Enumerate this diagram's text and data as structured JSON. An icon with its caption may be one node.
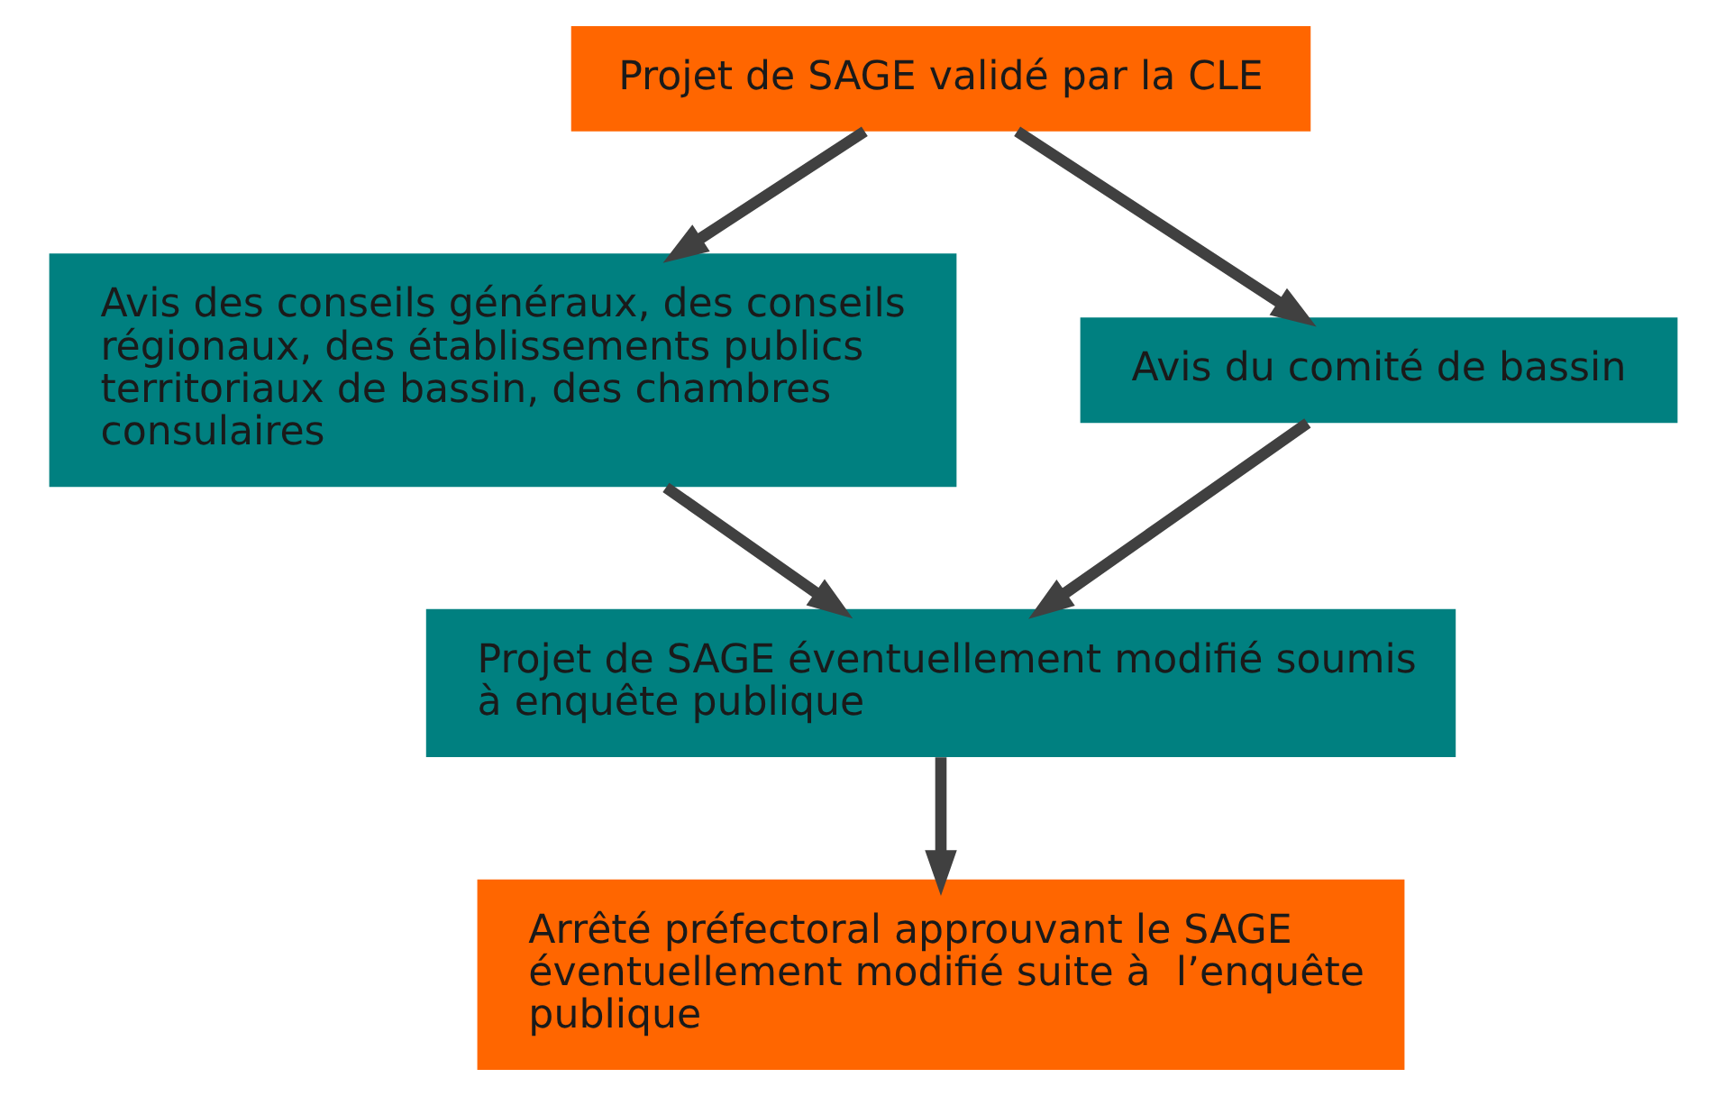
{
  "diagram": {
    "nodes": [
      {
        "text": [
          "Projet de SAGE validé par la CLE"
        ]
      },
      {
        "text": [
          "Avis des conseils généraux, des conseils régionaux, des établissements publics territoriaux de bassin, des chambres consulaires"
        ]
      },
      {
        "text": [
          "Avis du comité de bassin"
        ]
      },
      {
        "text": [
          "Projet de SAGE éventuellement modifié soumis à enquête publique"
        ]
      },
      {
        "text": [
          "Arrêté préfectoral approuvant le SAGE éventuellement modifié suite à  l’enquête publique"
        ]
      }
    ],
    "edges": [
      {
        "from": 0,
        "to": 1,
        "arrow": "to"
      },
      {
        "from": 0,
        "to": 2,
        "arrow": "to"
      },
      {
        "from": 1,
        "to": 3,
        "arrow": "to"
      },
      {
        "from": 2,
        "to": 3,
        "arrow": "to"
      },
      {
        "from": 3,
        "to": 4,
        "arrow": "to"
      }
    ]
  }
}
